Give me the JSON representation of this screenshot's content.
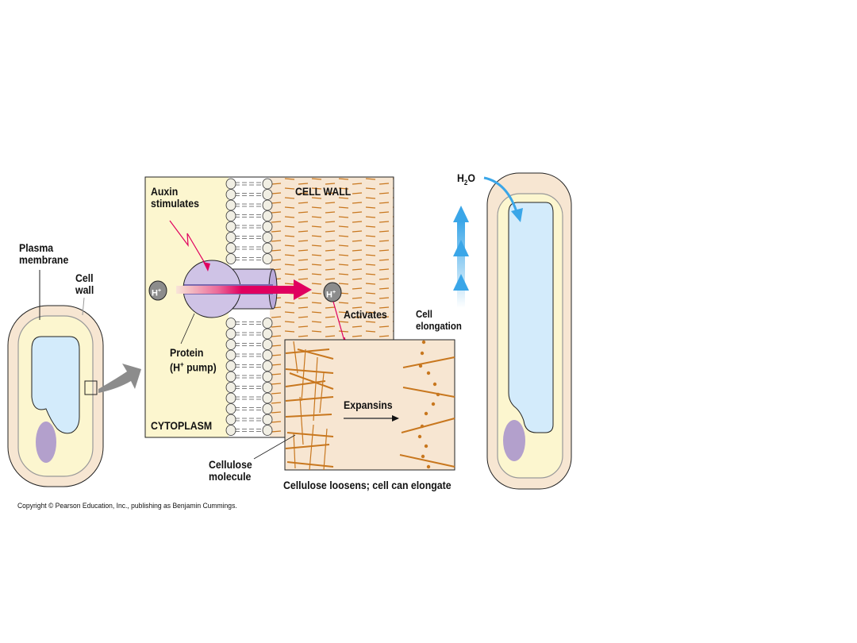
{
  "figure": {
    "labels": {
      "plasma_membrane": [
        "Plasma",
        "membrane"
      ],
      "cell_wall": [
        "Cell",
        "wall"
      ],
      "auxin": [
        "Auxin",
        "stimulates"
      ],
      "cell_wall_region": "CELL WALL",
      "h_ion": "H",
      "h_ion_sup": "+",
      "protein": [
        "Protein",
        "(H",
        "+",
        " pump)"
      ],
      "cytoplasm": "CYTOPLASM",
      "activates": "Activates",
      "cell_elongation": [
        "Cell",
        "elongation"
      ],
      "expansins": "Expansins",
      "cellulose_molecule": [
        "Cellulose",
        "molecule"
      ],
      "caption": "Cellulose loosens; cell can elongate",
      "water": "H",
      "water_sub": "2",
      "water_o": "O"
    },
    "copyright": "Copyright © Pearson Education, Inc., publishing as Benjamin Cummings."
  },
  "colors": {
    "cell_wall_fill": "#f7e6d2",
    "cytoplasm_fill": "#fcf6cf",
    "vacuole_fill": "#d3ebfb",
    "nucleus_fill": "#b3a0cc",
    "pump_fill": "#cfc3e6",
    "proton_arrow": "#e0005f",
    "cellulose": "#c8771e",
    "water_arrow": "#3aa6e8"
  }
}
